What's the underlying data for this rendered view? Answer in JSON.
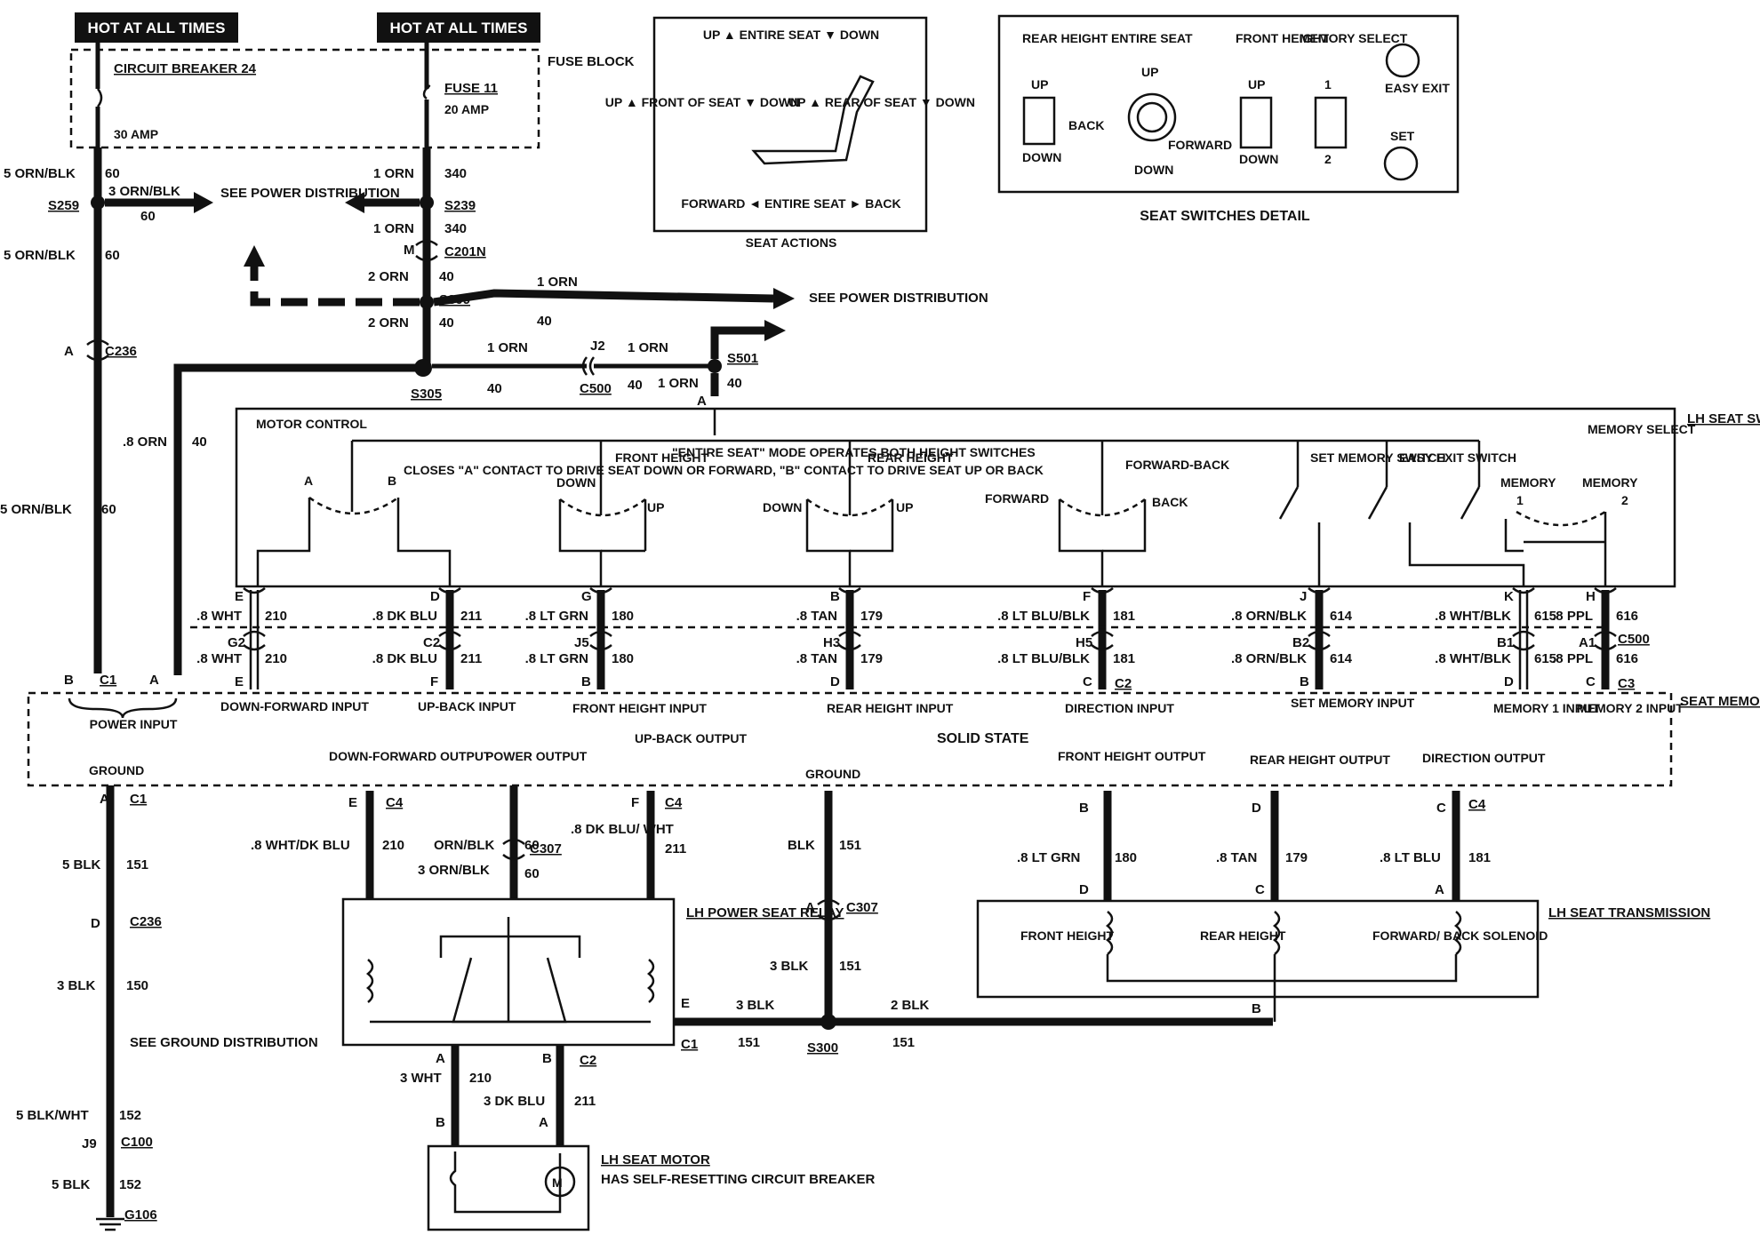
{
  "header": {
    "hot1": "HOT AT ALL TIMES",
    "hot2": "HOT AT ALL TIMES"
  },
  "fuse_block": {
    "label": "FUSE BLOCK",
    "cb_name": "CIRCUIT BREAKER 24",
    "cb_rating": "30 AMP",
    "fuse_name": "FUSE 11",
    "fuse_rating": "20 AMP"
  },
  "seat_actions": {
    "caption": "SEAT ACTIONS",
    "up_entire": "UP ▲ ENTIRE SEAT ▼ DOWN",
    "front": "UP ▲ FRONT OF SEAT ▼ DOWN",
    "rear": "UP ▲ REAR OF SEAT ▼ DOWN",
    "fwd_back": "FORWARD ◄ ENTIRE SEAT ► BACK"
  },
  "switch_detail": {
    "caption": "SEAT SWITCHES DETAIL",
    "rear_height": "REAR HEIGHT",
    "entire_seat": "ENTIRE SEAT",
    "front_height": "FRONT HEIGHT",
    "memory_select": "MEMORY SELECT",
    "up": "UP",
    "down": "DOWN",
    "back": "BACK",
    "forward": "FORWARD",
    "one": "1",
    "two": "2",
    "easy_exit": "EASY EXIT",
    "set": "SET"
  },
  "wires": {
    "w_5orn_60": "5 ORN/BLK",
    "c60": "60",
    "w_3orn_60": "3 ORN/BLK",
    "s259": "S259",
    "s239": "S239",
    "see_power": "SEE POWER DISTRIBUTION",
    "w_1orn": "1 ORN",
    "c340": "340",
    "c201n": "C201N",
    "m": "M",
    "w_2orn": "2 ORN",
    "c40": "40",
    "s309": "S309",
    "s305": "S305",
    "c236": "C236",
    "a": "A",
    "j2": "J2",
    "c500": "C500",
    "s501": "S501",
    "w_8orn": ".8 ORN"
  },
  "switches": {
    "title": "LH SEAT SWITCHES",
    "motor_control": "MOTOR CONTROL",
    "closes_note": "CLOSES \"A\" CONTACT TO DRIVE SEAT DOWN OR FORWARD, \"B\" CONTACT TO DRIVE SEAT UP OR BACK",
    "front_height": "FRONT HEIGHT",
    "entire_note": "\"ENTIRE SEAT\" MODE OPERATES BOTH HEIGHT SWITCHES",
    "rear_height": "REAR HEIGHT",
    "forward_back": "FORWARD-BACK",
    "forward": "FORWARD",
    "back": "BACK",
    "set_memory": "SET MEMORY SWITCH",
    "easy_exit": "EASY EXIT SWITCH",
    "memory_select": "MEMORY SELECT",
    "memory": "MEMORY",
    "down": "DOWN",
    "up": "UP",
    "a": "A",
    "b": "B",
    "one": "1",
    "two": "2"
  },
  "cols": [
    {
      "pin1": "E",
      "pin2": "G2",
      "pin3": "E",
      "wire": ".8 WHT",
      "circ": "210"
    },
    {
      "pin1": "D",
      "pin2": "C2",
      "pin3": "F",
      "wire": ".8 DK BLU",
      "circ": "211"
    },
    {
      "pin1": "G",
      "pin2": "J5",
      "pin3": "B",
      "wire": ".8 LT GRN",
      "circ": "180"
    },
    {
      "pin1": "B",
      "pin2": "H3",
      "pin3": "D",
      "wire": ".8 TAN",
      "circ": "179"
    },
    {
      "pin1": "F",
      "pin2": "H5",
      "pin3": "C",
      "wire": ".8 LT BLU/BLK",
      "circ": "181"
    },
    {
      "pin1": "J",
      "pin2": "B2",
      "pin3": "B",
      "wire": ".8 ORN/BLK",
      "circ": "614"
    },
    {
      "pin1": "K",
      "pin2": "B1",
      "pin3": "D",
      "wire": ".8 WHT/BLK",
      "circ": "615"
    },
    {
      "pin1": "H",
      "pin2": "A1",
      "pin3": "C",
      "wire": ".8 PPL",
      "circ": "616"
    }
  ],
  "conn": {
    "c500": "C500",
    "c1": "C1",
    "c2": "C2",
    "c3": "C3",
    "c4": "C4",
    "b": "B",
    "a": "A"
  },
  "module": {
    "title": "SEAT MEMORY MODULE",
    "solid_state": "SOLID STATE",
    "power_input": "POWER INPUT",
    "down_fwd_input": "DOWN-FORWARD INPUT",
    "up_back_input": "UP-BACK INPUT",
    "front_height_input": "FRONT HEIGHT INPUT",
    "rear_height_input": "REAR HEIGHT INPUT",
    "direction_input": "DIRECTION INPUT",
    "set_memory_input": "SET MEMORY INPUT",
    "memory1_input": "MEMORY 1 INPUT",
    "memory2_input": "MEMORY 2 INPUT",
    "ground": "GROUND",
    "down_fwd_output": "DOWN-FORWARD OUTPUT",
    "power_output": "POWER OUTPUT",
    "up_back_output": "UP-BACK OUTPUT",
    "ground2": "GROUND",
    "front_height_output": "FRONT HEIGHT OUTPUT",
    "rear_height_output": "REAR HEIGHT OUTPUT",
    "direction_output": "DIRECTION OUTPUT"
  },
  "lower": {
    "w_5blk": "5 BLK",
    "c151": "151",
    "c236": "C236",
    "d": "D",
    "w_3blk": "3 BLK",
    "c150": "150",
    "see_ground": "SEE GROUND DISTRIBUTION",
    "w_5blkwht": "5 BLK/WHT",
    "c152": "152",
    "j9": "J9",
    "c100": "C100",
    "w_5blk2": "5 BLK",
    "g106": "G106",
    "w_8whtdkblu": ".8 WHT/DK BLU",
    "c210": "210",
    "w_ornblk": "ORN/BLK",
    "c60": "60",
    "c307": "C307",
    "w_3ornblk": "3 ORN/BLK",
    "w_8dkblu": ".8 DK BLU/ WHT",
    "c211": "211",
    "w_blk": "BLK",
    "relay": "LH POWER SEAT RELAY",
    "w_3blk_e": "3 BLK",
    "w_2blk": "2 BLK",
    "s300": "S300",
    "w_3wht": "3 WHT",
    "w_3dkblu": "3 DK BLU",
    "motor": "LH SEAT MOTOR",
    "motor_note": "HAS SELF-RESETTING CIRCUIT BREAKER",
    "w_8ltgrn": ".8 LT GRN",
    "c180": "180",
    "w_8tan": ".8 TAN",
    "c179": "179",
    "w_8ltblu": ".8 LT BLU",
    "c181": "181",
    "transmission": "LH SEAT TRANSMISSION",
    "front_height": "FRONT HEIGHT",
    "rear_height": "REAR HEIGHT",
    "fwd_back_solenoid": "FORWARD/ BACK SOLENOID"
  }
}
